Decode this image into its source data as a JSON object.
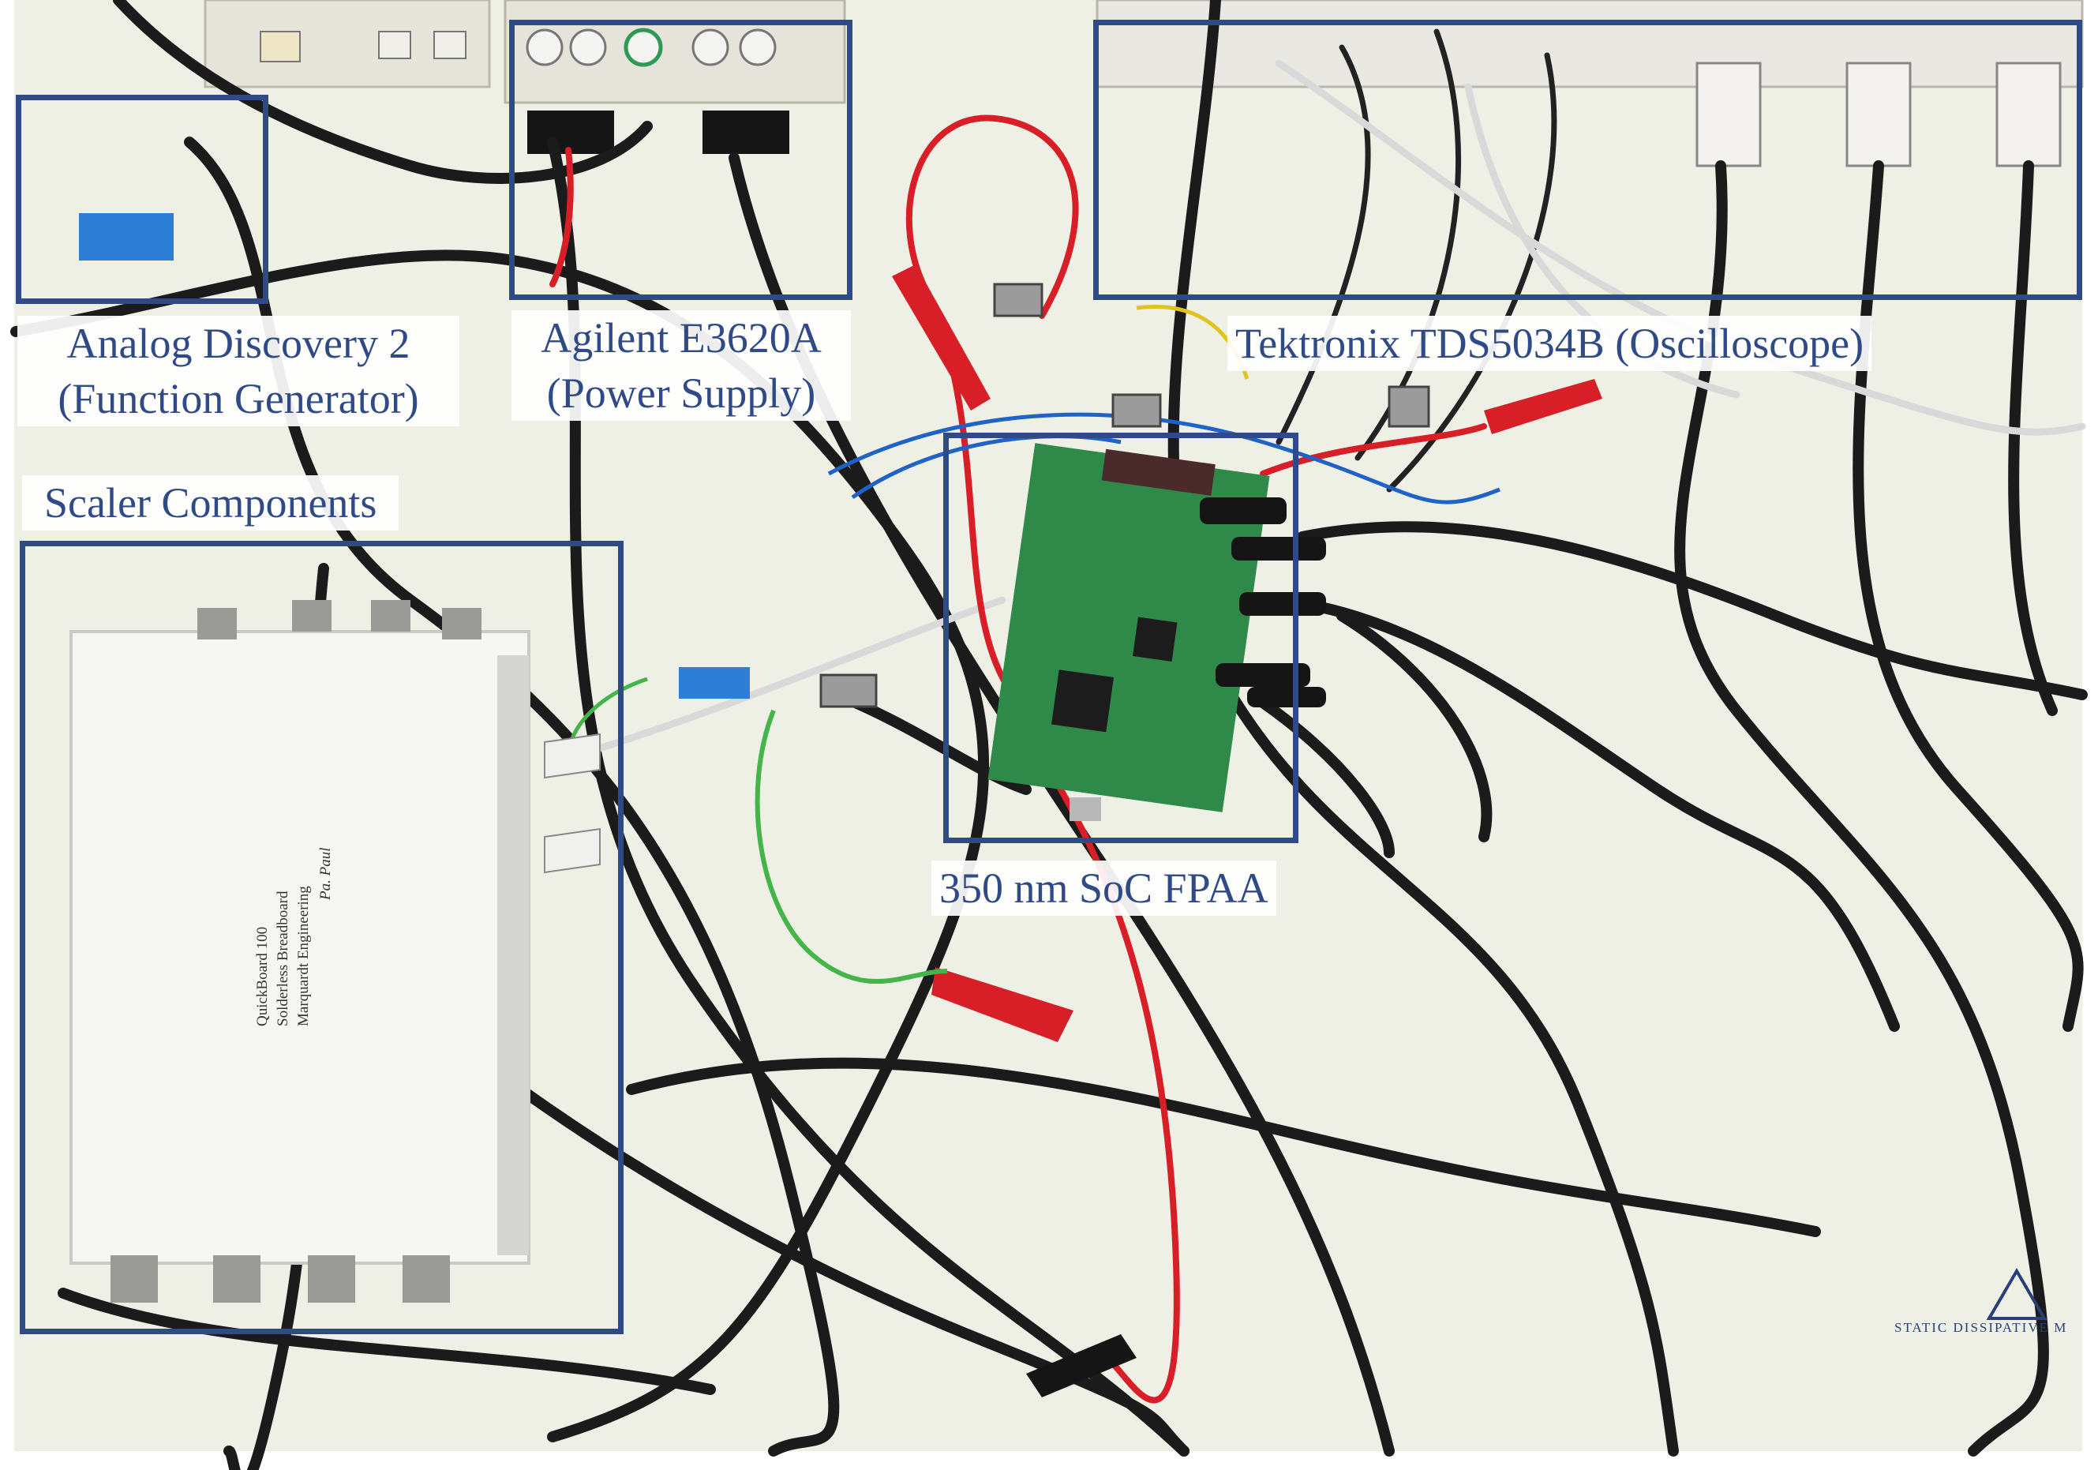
{
  "colors": {
    "annotation": "#2f4a86",
    "bench": "#eef0e6",
    "cable": "#1b1b1b",
    "red_lead": "#d81e26",
    "green_lead": "#43b649",
    "blue_lead": "#1f62c8",
    "pcb": "#2f8a4a",
    "instrument_panel": "#e7e4da"
  },
  "labels": {
    "analog_discovery": [
      "Analog Discovery 2",
      "(Function Generator)"
    ],
    "agilent": [
      "Agilent E3620A",
      "(Power Supply)"
    ],
    "tektronix": "Tektronix TDS5034B (Oscilloscope)",
    "scaler": "Scaler Components",
    "fpaa": "350 nm SoC FPAA"
  },
  "breadboard_text": [
    "QuickBoard 100",
    "Solderless Breadboard",
    "Marquardt Engineering"
  ],
  "breadboard_handwriting": "Pa. Paul",
  "mat_text": "STATIC DISSIPATIVE M"
}
